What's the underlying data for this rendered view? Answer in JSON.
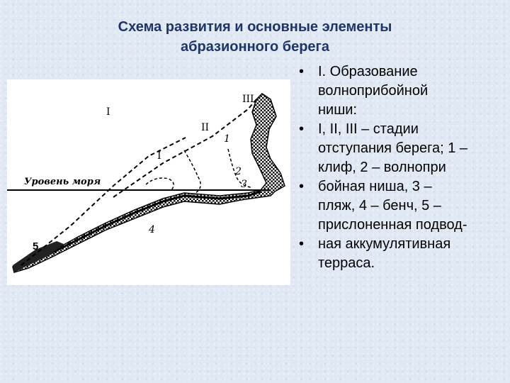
{
  "title": {
    "line1": "Схема развития и основные элементы",
    "line2": "абразионного берега"
  },
  "figure": {
    "sea_level_label": "Уровень моря",
    "stage_labels": [
      "I",
      "II",
      "III"
    ],
    "corner_mark": "I",
    "element_labels": [
      "1",
      "2",
      "3",
      "4",
      "5"
    ]
  },
  "bullets": [
    {
      "marker": "•",
      "text": "I. Образование"
    },
    {
      "marker": "",
      "text": "волноприбойной"
    },
    {
      "marker": "",
      "text": "ниши:"
    },
    {
      "marker": "•",
      "text": "I, II, III – стадии"
    },
    {
      "marker": "",
      "text": "отступания берега; 1 –"
    },
    {
      "marker": "",
      "text": "клиф, 2 – волнопри"
    },
    {
      "marker": "•",
      "text": "бойная ниша, 3 –"
    },
    {
      "marker": "",
      "text": "пляж, 4 – бенч, 5 –"
    },
    {
      "marker": "",
      "text": "прислоненная подвод-"
    },
    {
      "marker": "•",
      "text": "ная аккумулятивная"
    },
    {
      "marker": "",
      "text": "терраса."
    }
  ]
}
